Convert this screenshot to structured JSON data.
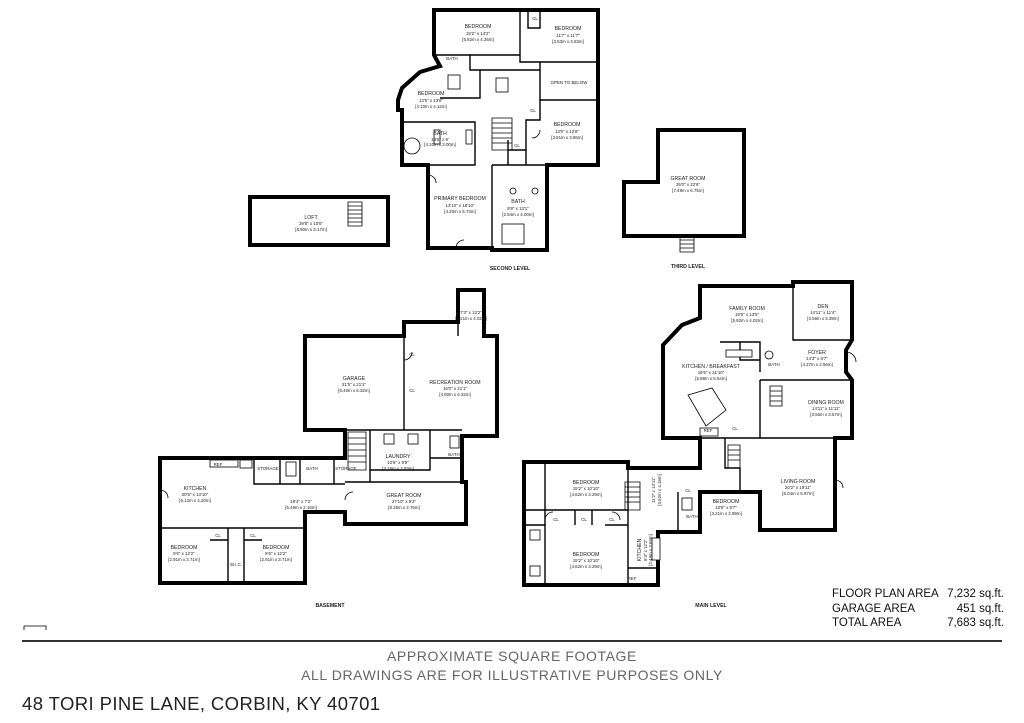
{
  "rooms": {
    "bedroom_a": {
      "name": "BEDROOM",
      "dims": "19'2\" x 14'2\"",
      "metric": "[5.82m x 4.26m]"
    },
    "bedroom_b": {
      "name": "BEDROOM",
      "dims": "11'7\" x 11'7\"",
      "metric": "[3.53m x 3.53m]"
    },
    "bedroom_c": {
      "name": "BEDROOM",
      "dims": "13'5\" x 13'6\"",
      "metric": "[4.10m x 4.12m]"
    },
    "bedroom_d": {
      "name": "BEDROOM",
      "dims": "13'0\" x 12'8\"",
      "metric": "[3.91m x 3.86m]"
    },
    "open_below": {
      "name": "OPEN TO BELOW"
    },
    "bath_2a": {
      "name": "BATH",
      "dims": "13'5\" x 9'",
      "metric": "[4.10m x 3.00m]"
    },
    "bath_2b": {
      "name": "BATH",
      "dims": "9'8\" x 13'1\"",
      "metric": "[2.94m x 4.00m]"
    },
    "primary_bedroom": {
      "name": "PRIMARY BEDROOM",
      "dims": "13'10\" x 18'10\"",
      "metric": "[4.20m x 5.73m]"
    },
    "loft": {
      "name": "LOFT",
      "dims": "29'8\" x 10'5\"",
      "metric": "[8.90m x 3.17m]"
    },
    "great_room_3": {
      "name": "GREAT ROOM",
      "dims": "25'0\" x 22'6\"",
      "metric": "[7.49m x 6.75m]"
    },
    "garage": {
      "name": "GARAGE",
      "dims": "21'5\" x 21'1\"",
      "metric": "[6.40m x 6.32m]"
    },
    "unlabeled_room": {
      "dims": "7'3\" x 13'2\"",
      "metric": "[2.21m x 4.02m]"
    },
    "recreation_room": {
      "name": "RECREATION ROOM",
      "dims": "16'0\" x 21'1\"",
      "metric": "[4.80m x 6.32m]"
    },
    "laundry": {
      "name": "LAUNDRY",
      "dims": "10'6\" x 9'9\"",
      "metric": "[3.16m x 2.93m]"
    },
    "kitchen_b": {
      "name": "KITCHEN",
      "dims": "20'5\" x 13'10\"",
      "metric": "[6.12m x 4.20m]"
    },
    "hall_b": {
      "dims": "18'4\" x 7'2\"",
      "metric": "[5.49m x 2.16m]"
    },
    "great_room_b": {
      "name": "GREAT ROOM",
      "dims": "27'10\" x 9'2\"",
      "metric": "[8.35m x 2.76m]"
    },
    "bedroom_b1": {
      "name": "BEDROOM",
      "dims": "9'6\" x 12'2\"",
      "metric": "[2.91m x 3.71m]"
    },
    "bedroom_b2": {
      "name": "BEDROOM",
      "dims": "9'6\" x 12'2\"",
      "metric": "[2.91m x 3.71m]"
    },
    "family_room": {
      "name": "FAMILY ROOM",
      "dims": "19'5\" x 13'5\"",
      "metric": "[5.92m x 4.02m]"
    },
    "den": {
      "name": "DEN",
      "dims": "14'11\" x 11'4\"",
      "metric": "[3.56m x 3.39m]"
    },
    "foyer": {
      "name": "FOYER",
      "dims": "14'3\" x 8'7\"",
      "metric": "[4.27m x 2.56m]"
    },
    "kitchen_breakfast": {
      "name": "KITCHEN / BREAKFAST",
      "dims": "19'5\" x 21'10\"",
      "metric": "[5.88m x 6.54m]"
    },
    "dining_room": {
      "name": "DINING ROOM",
      "dims": "14'11\" x 11'11\"",
      "metric": "[3.56m x 3.57m]"
    },
    "living_room": {
      "name": "LIVING ROOM",
      "dims": "20'2\" x 19'11\"",
      "metric": "[6.04m x 5.97m]"
    },
    "bedroom_m1": {
      "name": "BEDROOM",
      "dims": "15'2\" x 10'10\"",
      "metric": "[4.62m x 3.29m]"
    },
    "bedroom_m2": {
      "name": "BEDROOM",
      "dims": "15'2\" x 10'10\"",
      "metric": "[4.62m x 3.29m]"
    },
    "bedroom_m3": {
      "name": "BEDROOM",
      "dims": "10'6\" x 9'7\"",
      "metric": "[3.21m x 2.89m]"
    },
    "kitchen_m": {
      "name": "KITCHEN",
      "dims": "8'4\" x 12'2\"",
      "metric": "[2.49m x 3.69m]"
    },
    "hall_m": {
      "dims": "11'2\" x 13'11\"",
      "metric": "[3.52m x 4.18m]"
    }
  },
  "small_labels": {
    "cl": "CL",
    "bath": "BATH",
    "ref": "REF",
    "storage": "STORAGE",
    "wic": "W.I.C."
  },
  "levels": {
    "second": "SECOND LEVEL",
    "third": "THIRD LEVEL",
    "basement": "BASEMENT",
    "main": "MAIN LEVEL"
  },
  "areas": [
    {
      "label": "FLOOR PLAN AREA",
      "value": "7,232 sq.ft."
    },
    {
      "label": "GARAGE AREA",
      "value": "451 sq.ft."
    },
    {
      "label": "TOTAL AREA",
      "value": "7,683 sq.ft."
    }
  ],
  "footer": {
    "line1": "APPROXIMATE SQUARE FOOTAGE",
    "line2": "ALL DRAWINGS ARE FOR ILLUSTRATIVE PURPOSES ONLY",
    "address": "48 TORI PINE LANE, CORBIN, KY 40701"
  }
}
